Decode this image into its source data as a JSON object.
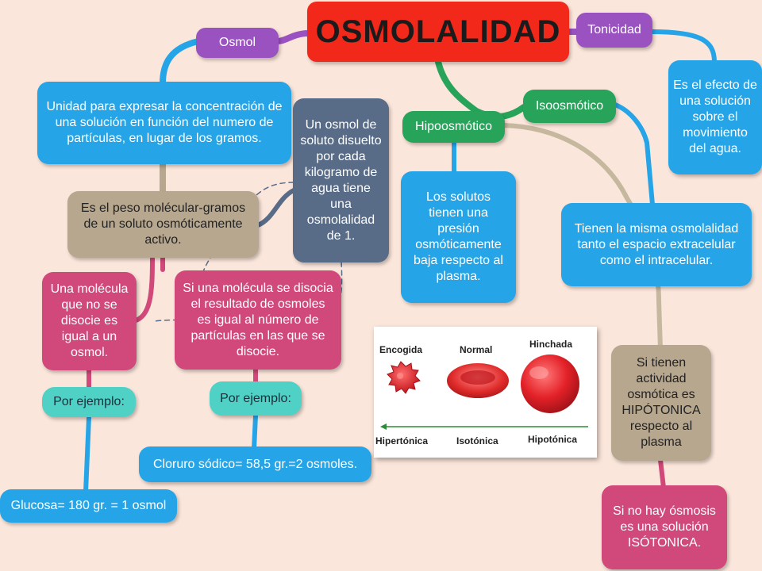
{
  "title": "OSMOLALIDAD",
  "left_branch": {
    "osmol_label": "Osmol",
    "definition": "Unidad para expresar la concentración de una solución en función del numero de partículas, en lugar de los gramos.",
    "peso": "Es el peso molécular-gramos de un soluto osmóticamente activo.",
    "kilogramo": "Un osmol de soluto disuelto por cada kilogramo de agua tiene una osmolalidad de 1.",
    "no_disocia": "Una molécula que no se disocie es igual a un osmol.",
    "si_disocia": "Si una molécula se disocia el resultado de osmoles es igual al número de partículas en las que se disocie.",
    "ejemplo_1": "Por ejemplo:",
    "ejemplo_2": "Por ejemplo:",
    "glucosa": "Glucosa= 180 gr. = 1 osmol",
    "cloruro": "Cloruro sódico= 58,5 gr.=2 osmoles."
  },
  "middle_branch": {
    "hipo_label": "Hipoosmótico",
    "hipo_text": "Los solutos tienen una presión osmóticamente baja respecto al plasma.",
    "iso_label": "Isoosmótico",
    "iso_text": "Tienen la misma osmolalidad tanto el espacio extracelular como el intracelular."
  },
  "right_branch": {
    "tonicidad_label": "Tonicidad",
    "tonicidad_text": "Es el efecto de una solución sobre el movimiento del agua.",
    "hipotonica_text": "Si tienen actividad osmótica es HIPÓTONICA respecto al plasma",
    "isotonica_text": "Si no hay ósmosis es una solución ISÓTONICA."
  },
  "figure": {
    "labels_top": [
      "Encogida",
      "Normal",
      "Hinchada"
    ],
    "labels_bottom": [
      "Hipertónica",
      "Isotónica",
      "Hipotónica"
    ]
  },
  "colors": {
    "background": "#fbe6db",
    "title": "#f2281b",
    "blue": "#25a5e8",
    "purple": "#9a52c1",
    "green": "#27a45a",
    "teal": "#4fd1c6",
    "tan": "#b6a78e",
    "pink": "#d1487a",
    "slate": "#586b87"
  }
}
